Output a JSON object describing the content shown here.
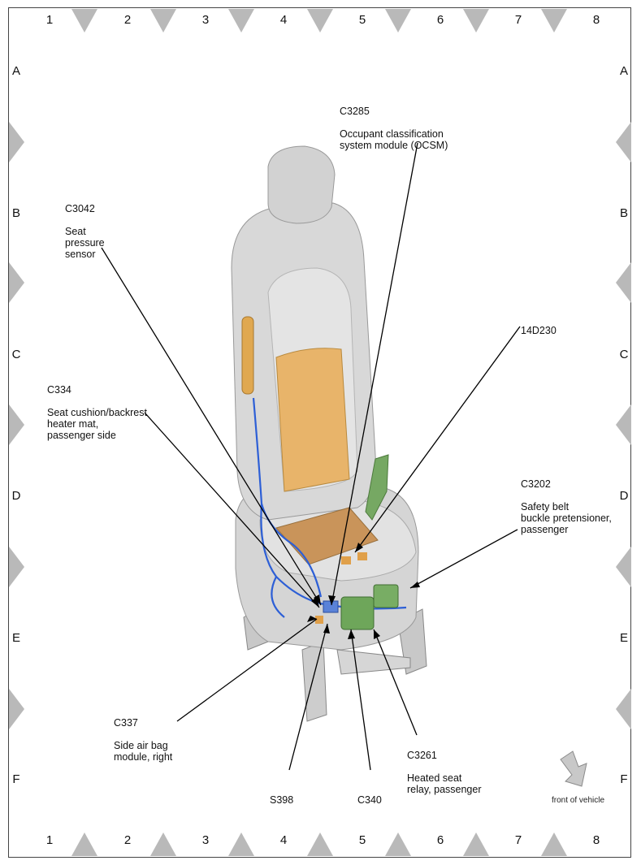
{
  "grid": {
    "columns": [
      "1",
      "2",
      "3",
      "4",
      "5",
      "6",
      "7",
      "8"
    ],
    "rows": [
      "A",
      "B",
      "C",
      "D",
      "E",
      "F"
    ]
  },
  "callouts": {
    "c3285": {
      "code": "C3285",
      "desc": "Occupant classification\nsystem module (OCSM)"
    },
    "c3042": {
      "code": "C3042",
      "desc": "Seat\npressure\nsensor"
    },
    "d14d230": {
      "code": "14D230",
      "desc": ""
    },
    "c334": {
      "code": "C334",
      "desc": "Seat cushion/backrest\nheater mat,\npassenger side"
    },
    "c3202": {
      "code": "C3202",
      "desc": "Safety belt\nbuckle pretensioner,\npassenger"
    },
    "c337": {
      "code": "C337",
      "desc": "Side air bag\nmodule, right"
    },
    "c3261": {
      "code": "C3261",
      "desc": "Heated seat\nrelay, passenger"
    },
    "s398": {
      "code": "S398",
      "desc": ""
    },
    "c340": {
      "code": "C340",
      "desc": ""
    }
  },
  "front_of_vehicle": "front of vehicle",
  "colors": {
    "seat_gray": "#cfcfcf",
    "heater_mat": "#e8b46a",
    "wiring": "#2d5fd6",
    "connector_green": "#6ea65a",
    "marker_gray": "#b5b5b5"
  }
}
